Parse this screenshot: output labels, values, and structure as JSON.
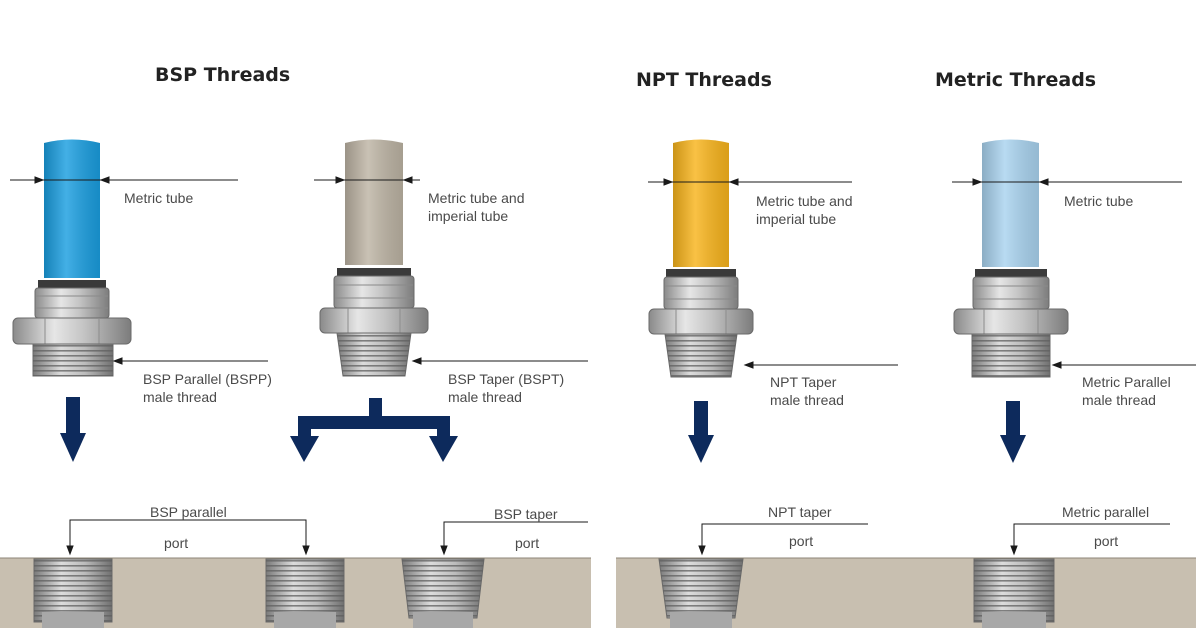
{
  "headings": {
    "bsp": "BSP Threads",
    "npt": "NPT Threads",
    "metric": "Metric Threads"
  },
  "fittings": {
    "bsp_parallel": {
      "tube_label_1": "Metric tube",
      "tube_label_2": "",
      "thread_label_1": "BSP Parallel (BSPP)",
      "thread_label_2": "male thread",
      "tube_color": "#1a9ee0"
    },
    "bsp_taper": {
      "tube_label_1": "Metric tube and",
      "tube_label_2": "imperial tube",
      "thread_label_1": "BSP Taper (BSPT)",
      "thread_label_2": "male thread",
      "tube_color": "#bdb4a4"
    },
    "npt": {
      "tube_label_1": "Metric tube and",
      "tube_label_2": "imperial tube",
      "thread_label_1": "NPT Taper",
      "thread_label_2": "male thread",
      "tube_color": "#f8b41c"
    },
    "metric": {
      "tube_label_1": "Metric tube",
      "tube_label_2": "",
      "thread_label_1": "Metric Parallel",
      "thread_label_2": "male thread",
      "tube_color": "#a9d3ef"
    }
  },
  "ports": {
    "bsp_parallel": {
      "label_1": "BSP parallel",
      "label_2": "port"
    },
    "bsp_taper": {
      "label_1": "BSP taper",
      "label_2": "port"
    },
    "npt": {
      "label_1": "NPT taper",
      "label_2": "port"
    },
    "metric": {
      "label_1": "Metric parallel",
      "label_2": "port"
    }
  },
  "colors": {
    "arrow": "#0d2a5c",
    "block": "#c8bfb0",
    "metal": "#b9b9b9"
  }
}
